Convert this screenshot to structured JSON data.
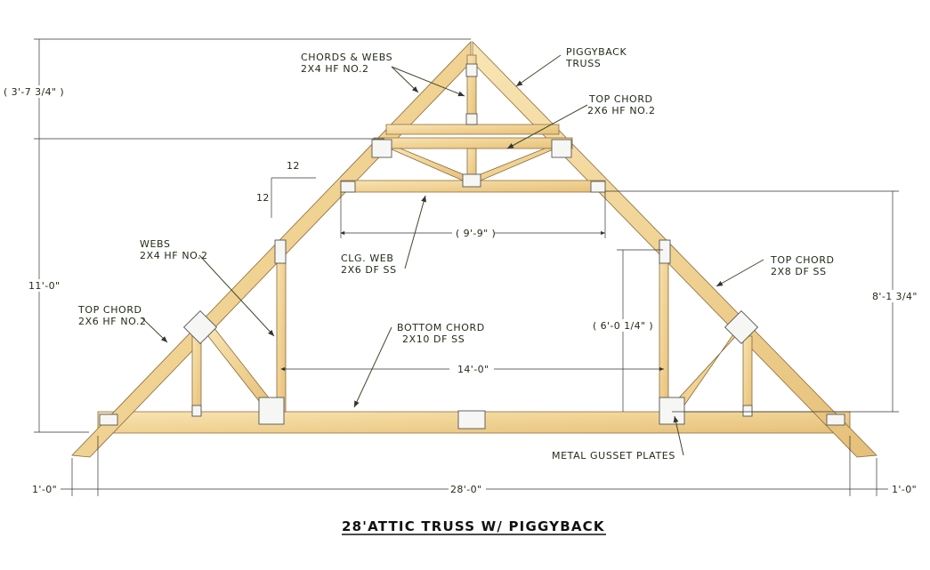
{
  "title": "28'ATTIC TRUSS W/ PIGGYBACK",
  "labels": {
    "chords_webs_1": "CHORDS & WEBS",
    "chords_webs_2": "2X4 HF NO.2",
    "piggyback_1": "PIGGYBACK",
    "piggyback_2": "TRUSS",
    "top_chord_upper_1": "TOP CHORD",
    "top_chord_upper_2": "2X6 HF NO.2",
    "webs_1": "WEBS",
    "webs_2": "2X4 HF NO.2",
    "clg_web_1": "CLG. WEB",
    "clg_web_2": "2X6 DF SS",
    "top_chord_right_1": "TOP CHORD",
    "top_chord_right_2": "2X8 DF SS",
    "top_chord_left_1": "TOP CHORD",
    "top_chord_left_2": "2X6 HF NO.2",
    "bottom_chord_1": "BOTTOM CHORD",
    "bottom_chord_2": "2X10 DF SS",
    "gusset": "METAL GUSSET PLATES"
  },
  "dimensions": {
    "piggy_height": "( 3'-7 3/4\" )",
    "total_height": "11'-0\"",
    "attic_room_height": "8'-1 3/4\"",
    "wall_height": "( 6'-0 1/4\" )",
    "ceiling_width": "( 9'-9\" )",
    "room_width": "14'-0\"",
    "span": "28'-0\"",
    "overhang_left": "1'-0\"",
    "overhang_right": "1'-0\""
  },
  "pitch": {
    "rise": "12",
    "run": "12"
  },
  "colors": {
    "wood_light": "#f6dfaa",
    "wood_dark": "#e8c27c",
    "plate": "#f6f6f4",
    "line": "#333333"
  }
}
